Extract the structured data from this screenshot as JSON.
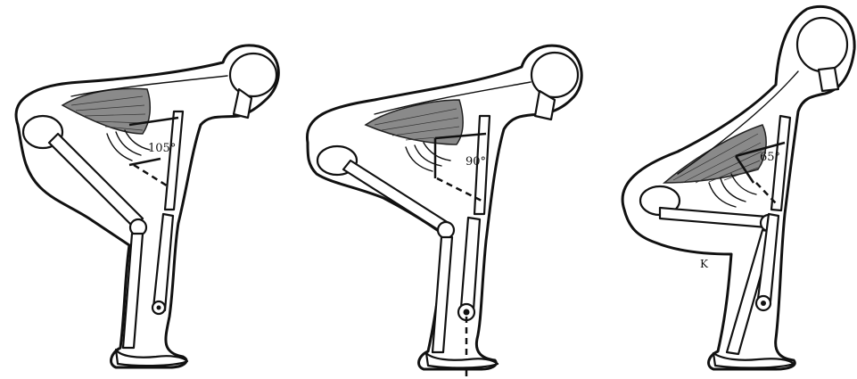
{
  "figures": [
    {
      "angle_label": "105°"
    },
    {
      "angle_label": "90°"
    },
    {
      "angle_label": "65°"
    }
  ],
  "signature": "K"
}
